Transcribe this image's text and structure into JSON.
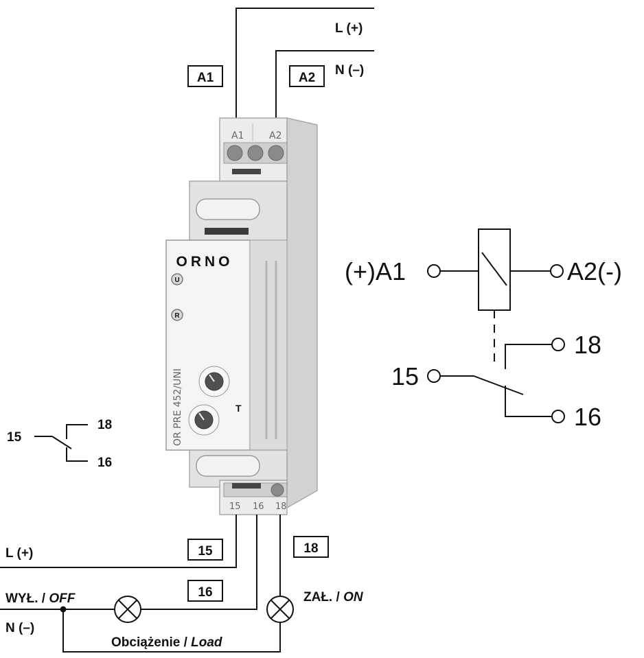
{
  "wiring": {
    "supply_l": "L (+)",
    "supply_n": "N (–)",
    "box_a1": "A1",
    "box_a2": "A2",
    "box_15": "15",
    "box_16": "16",
    "box_18": "18",
    "bottom_l": "L (+)",
    "bottom_n": "N (–)",
    "off_label": "WYŁ. / ",
    "off_label_en": "OFF",
    "on_label": "ZAŁ. / ",
    "on_label_en": "ON",
    "load_label": "Obciążenie / ",
    "load_label_en": "Load"
  },
  "device": {
    "brand": "ORNO",
    "model": "OR PRE 452/UNI",
    "term_top_a1": "A1",
    "term_top_a2": "A2",
    "term_bot_15": "15",
    "term_bot_16": "16",
    "term_bot_18": "18",
    "led_u": "U",
    "led_r": "R",
    "t_label": "T"
  },
  "contact_small": {
    "c15": "15",
    "c18": "18",
    "c16": "16"
  },
  "schematic": {
    "a1": "(+)A1",
    "a2": "A2(-)",
    "c18": "18",
    "c15": "15",
    "c16": "16"
  },
  "colors": {
    "line": "#111111",
    "device_body": "#e6e6e6",
    "device_shadow": "#b9b9b9"
  }
}
